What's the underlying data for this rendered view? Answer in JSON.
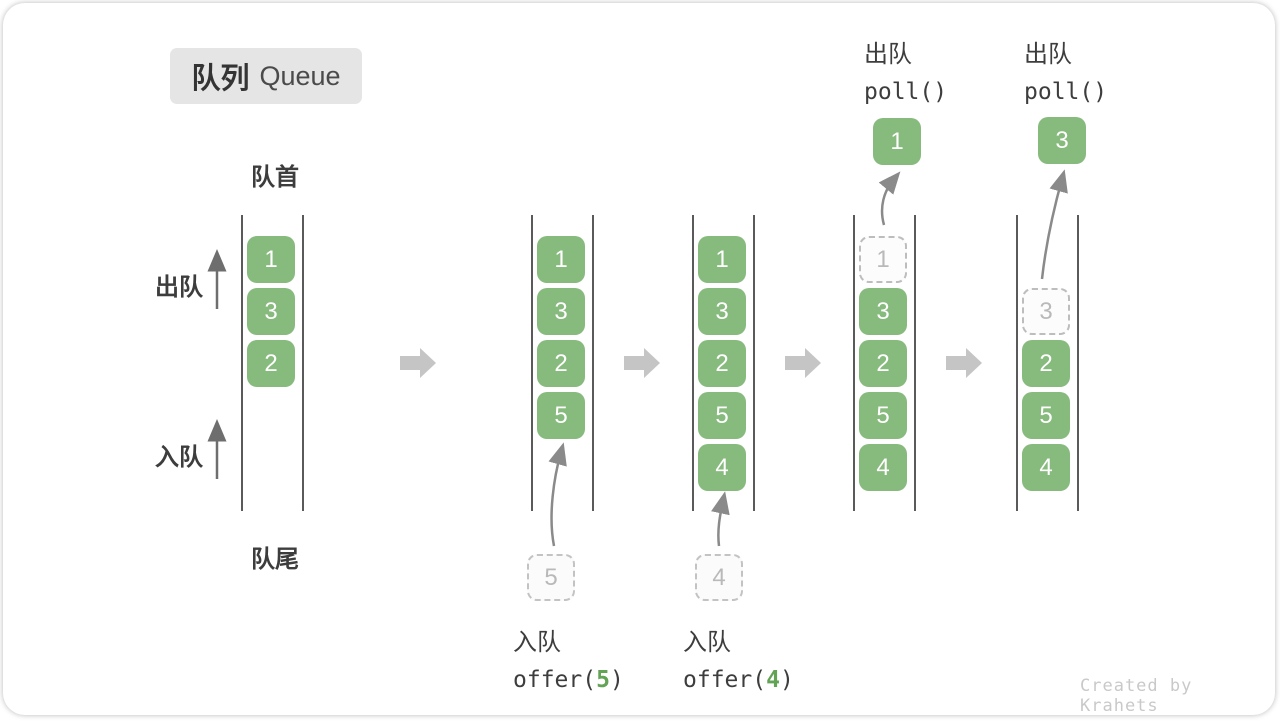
{
  "title": {
    "zh": "队列",
    "en": "Queue"
  },
  "labels": {
    "front": "队首",
    "rear": "队尾",
    "dequeue": "出队",
    "enqueue": "入队"
  },
  "colors": {
    "green": "#87ba7d",
    "green-dark": "#63a356",
    "ghost": "#b9b9b9",
    "block-arrow": "#c5c5c5",
    "ink": "#3d3d3d"
  },
  "icons": {
    "transition": "right-block-arrow",
    "flow": "up-arrow"
  },
  "states": [
    {
      "slots": [
        {
          "v": "1",
          "t": "solid"
        },
        {
          "v": "3",
          "t": "solid"
        },
        {
          "v": "2",
          "t": "solid"
        }
      ]
    },
    {
      "slots": [
        {
          "v": "1",
          "t": "solid"
        },
        {
          "v": "3",
          "t": "solid"
        },
        {
          "v": "2",
          "t": "solid"
        },
        {
          "v": "5",
          "t": "solid"
        }
      ],
      "pending": "5",
      "op": {
        "word": "入队",
        "fn": "offer(",
        "arg": "5",
        "close": ")"
      }
    },
    {
      "slots": [
        {
          "v": "1",
          "t": "solid"
        },
        {
          "v": "3",
          "t": "solid"
        },
        {
          "v": "2",
          "t": "solid"
        },
        {
          "v": "5",
          "t": "solid"
        },
        {
          "v": "4",
          "t": "solid"
        }
      ],
      "pending": "4",
      "op": {
        "word": "入队",
        "fn": "offer(",
        "arg": "4",
        "close": ")"
      }
    },
    {
      "slots": [
        {
          "v": "1",
          "t": "ghost"
        },
        {
          "v": "3",
          "t": "solid"
        },
        {
          "v": "2",
          "t": "solid"
        },
        {
          "v": "5",
          "t": "solid"
        },
        {
          "v": "4",
          "t": "solid"
        }
      ],
      "popped": "1",
      "op": {
        "word": "出队",
        "fn": "poll()"
      }
    },
    {
      "slots": [
        {
          "t": "empty"
        },
        {
          "v": "3",
          "t": "ghost"
        },
        {
          "v": "2",
          "t": "solid"
        },
        {
          "v": "5",
          "t": "solid"
        },
        {
          "v": "4",
          "t": "solid"
        }
      ],
      "popped": "3",
      "op": {
        "word": "出队",
        "fn": "poll()"
      }
    }
  ],
  "watermark": "Created by Krahets"
}
